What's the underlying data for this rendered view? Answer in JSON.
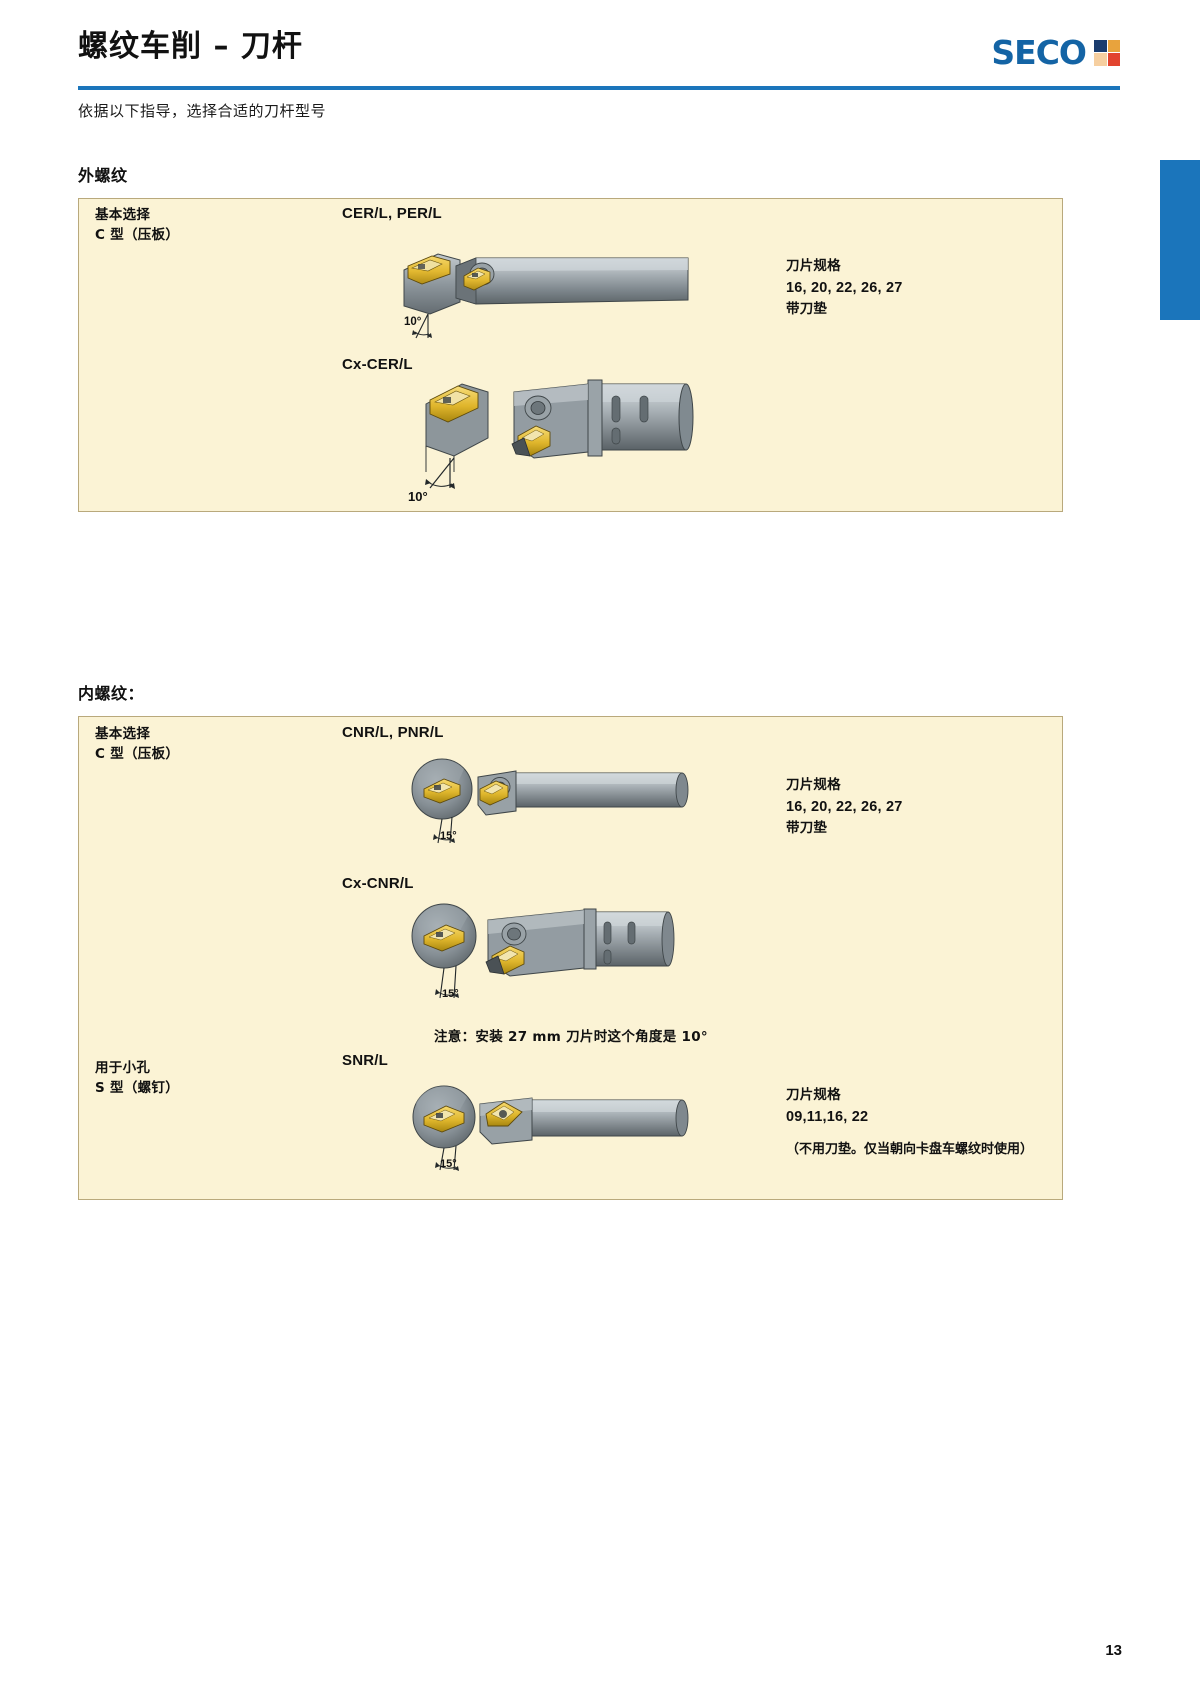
{
  "header": {
    "title": "螺纹车削 – 刀杆",
    "subtitle": "依据以下指导，选择合适的刀杆型号",
    "logo_word": "SECO",
    "logo_colors": [
      "#1a3c6e",
      "#e8a33d",
      "#f6cfa0",
      "#e2442f"
    ],
    "rule_color": "#1b75bb"
  },
  "sections": [
    {
      "heading": "外螺纹",
      "rows": [
        {
          "label_line1": "基本选择",
          "label_line2": "C 型（压板）",
          "codes": [
            "CER/L, PER/L",
            "Cx-CER/L"
          ],
          "angles": [
            "10°",
            "10°"
          ],
          "spec_title": "刀片规格",
          "spec_sizes": "16, 20, 22, 26, 27",
          "spec_extra": "带刀垫"
        }
      ]
    },
    {
      "heading": "内螺纹：",
      "rows": [
        {
          "label_line1": "基本选择",
          "label_line2": "C 型（压板）",
          "codes": [
            "CNR/L, PNR/L",
            "Cx-CNR/L"
          ],
          "angles": [
            "15°",
            "15°"
          ],
          "spec_title": "刀片规格",
          "spec_sizes": "16, 20, 22, 26, 27",
          "spec_extra": "带刀垫",
          "note": "注意：安装 27 mm 刀片时这个角度是 10°"
        },
        {
          "label_line1": "用于小孔",
          "label_line2": "S 型（螺钉）",
          "codes": [
            "SNR/L"
          ],
          "angles": [
            "15°"
          ],
          "spec_title": "刀片规格",
          "spec_sizes": "09,11,16, 22",
          "spec_extra": "（不用刀垫。仅当朝向卡盘车螺纹时使用）"
        }
      ]
    }
  ],
  "footer": {
    "page_number": "13"
  }
}
